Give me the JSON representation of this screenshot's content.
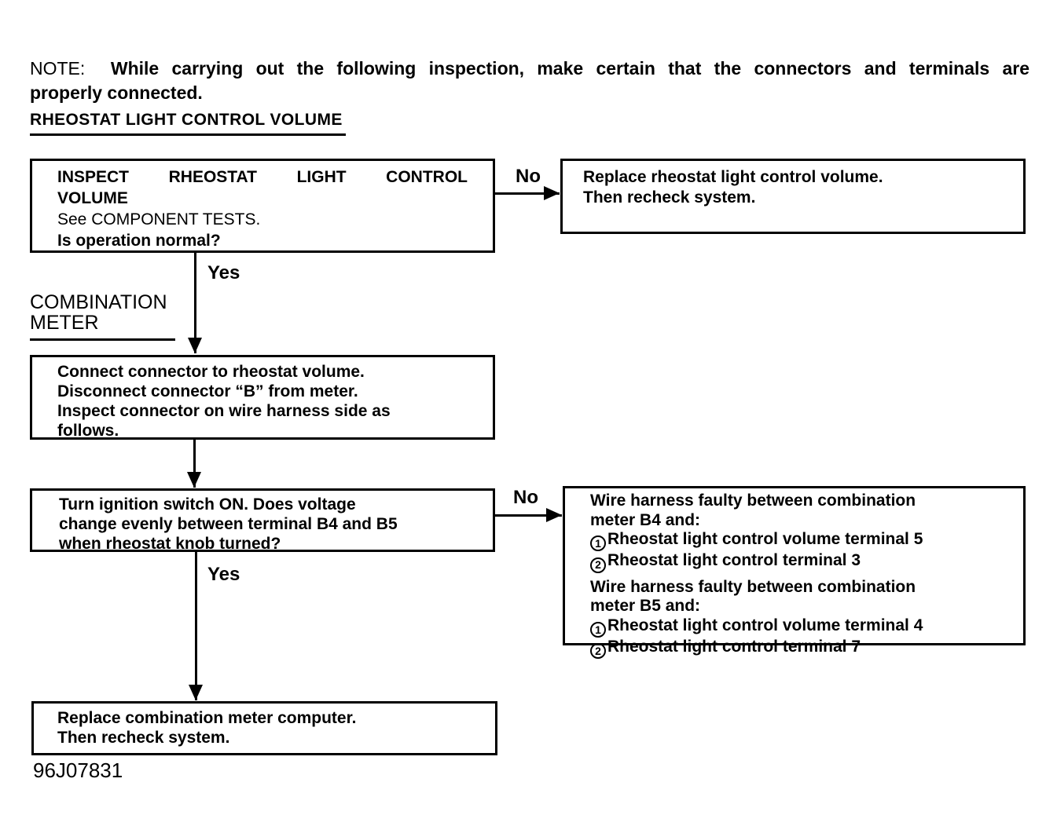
{
  "note": {
    "prefix": "NOTE:",
    "line1": "While carrying out the following inspection, make certain that the connectors and terminals are",
    "line2": "properly connected."
  },
  "heading": "RHEOSTAT LIGHT CONTROL VOLUME",
  "labels": {
    "combination_line1": "COMBINATION",
    "combination_line2": "METER",
    "yes1": "Yes",
    "no1": "No",
    "yes2": "Yes",
    "no2": "No"
  },
  "boxes": {
    "inspect": {
      "title1": "INSPECT RHEOSTAT LIGHT CONTROL",
      "title2": "VOLUME",
      "see": "See COMPONENT TESTS.",
      "question": "Is operation normal?"
    },
    "replace_rheostat": {
      "line1": "Replace rheostat light control volume.",
      "line2": "Then recheck system."
    },
    "connect": {
      "line1": "Connect connector to rheostat volume.",
      "line2": "Disconnect connector “B” from meter.",
      "line3": "Inspect connector on wire harness side as",
      "line4": "follows."
    },
    "ignition": {
      "line1": "Turn ignition switch ON. Does voltage",
      "line2": "change evenly between terminal B4 and B5",
      "line3": "when rheostat knob turned?"
    },
    "wire_harness": {
      "p1_line1": "Wire harness faulty between combination",
      "p1_line2": "meter B4 and:",
      "p1_item1_num": "1",
      "p1_item1": "Rheostat light control volume terminal 5",
      "p1_item2_num": "2",
      "p1_item2": "Rheostat light control terminal 3",
      "p2_line1": "Wire harness faulty between combination",
      "p2_line2": "meter B5 and:",
      "p2_item1_num": "1",
      "p2_item1": "Rheostat light control volume terminal 4",
      "p2_item2_num": "2",
      "p2_item2": "Rheostat light control terminal 7"
    },
    "replace_meter": {
      "line1": "Replace combination meter computer.",
      "line2": "Then recheck system."
    }
  },
  "figure_code": "96J07831"
}
